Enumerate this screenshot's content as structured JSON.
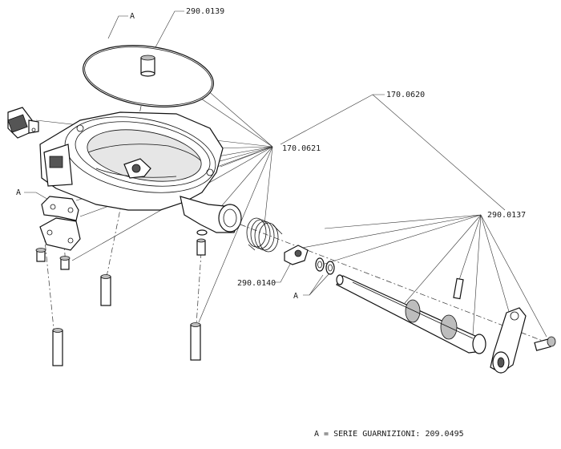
{
  "labels": {
    "seal_kit_a_top": "A",
    "part_290_0139": "290.0139",
    "part_170_0620": "170.0620",
    "part_170_0621": "170.0621",
    "seal_kit_a_left": "A",
    "part_290_0137": "290.0137",
    "part_290_0140": "290.0140",
    "seal_kit_a_mid": "A"
  },
  "legend": {
    "text": "A = SERIE GUARNIZIONI: 209.0495"
  }
}
